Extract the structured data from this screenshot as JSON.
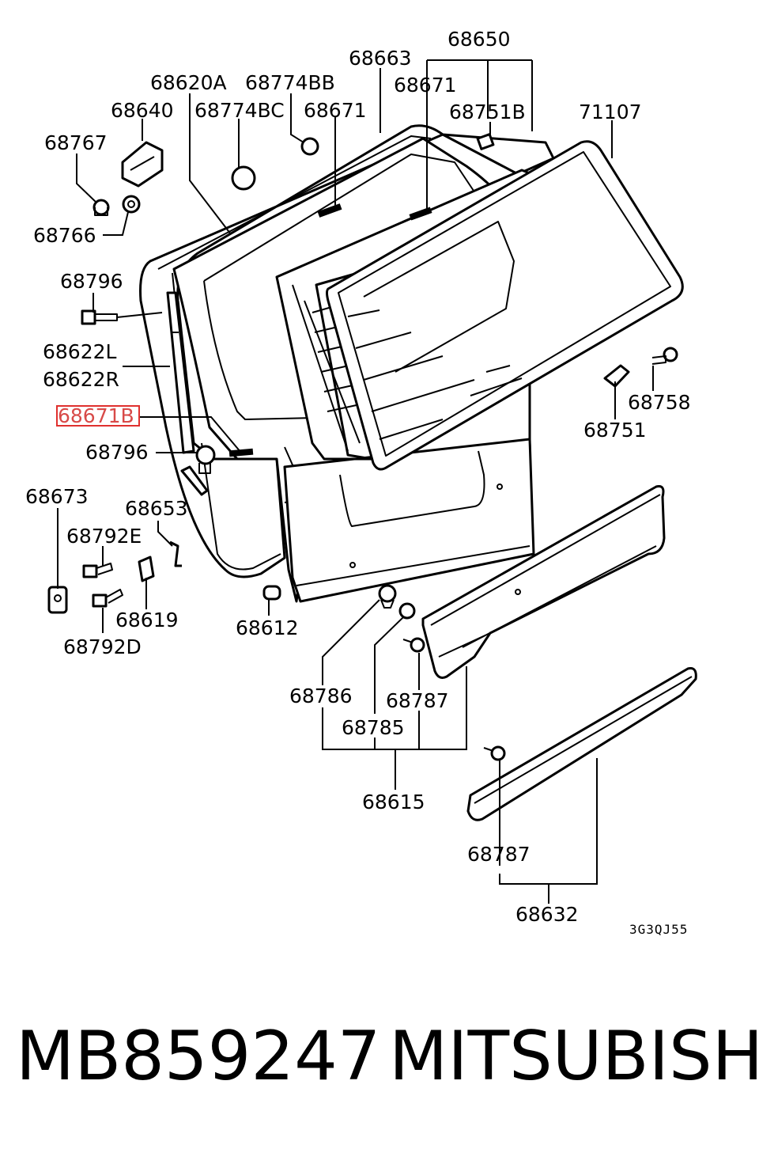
{
  "diagram": {
    "labels": {
      "l68650": "68650",
      "l68663": "68663",
      "l68620A": "68620A",
      "l68774BB": "68774BB",
      "l68671top": "68671",
      "l68640": "68640",
      "l68774BC": "68774BC",
      "l68671mid": "68671",
      "l68751B": "68751B",
      "l71107": "71107",
      "l68767": "68767",
      "l68766": "68766",
      "l68796top": "68796",
      "l68622L": "68622L",
      "l68622R": "68622R",
      "l68671B": "68671B",
      "l68796bot": "68796",
      "l68758": "68758",
      "l68751": "68751",
      "l68673": "68673",
      "l68653": "68653",
      "l68792E": "68792E",
      "l68619": "68619",
      "l68792D": "68792D",
      "l68612": "68612",
      "l68786": "68786",
      "l68787a": "68787",
      "l68785": "68785",
      "l68615": "68615",
      "l68787b": "68787",
      "l68632": "68632"
    },
    "code": "3G3QJ55",
    "highlighted_label": "68671B",
    "highlight_color": "#e0302e"
  },
  "footer": {
    "part_number": "MB859247",
    "brand": "MITSUBISHI"
  }
}
